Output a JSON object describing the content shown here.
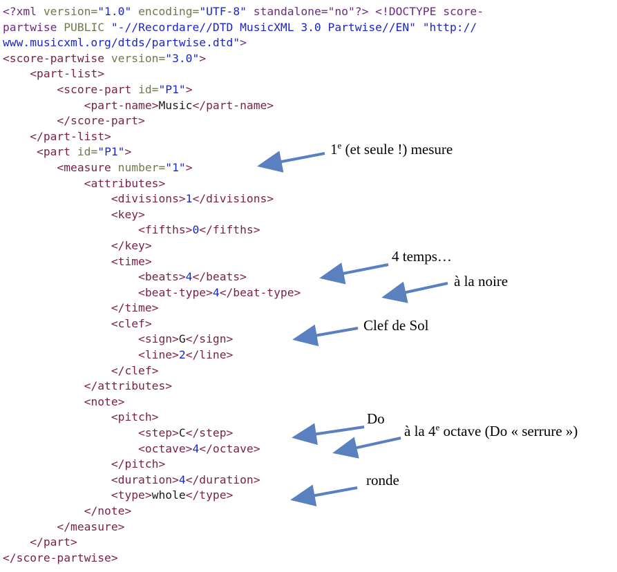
{
  "document": {
    "lines": [
      {
        "indent": 0,
        "segments": [
          {
            "t": "pi",
            "s": "<?xml "
          },
          {
            "t": "attr",
            "s": "version="
          },
          {
            "t": "val",
            "s": "\"1.0\""
          },
          {
            "t": "pi",
            "s": " "
          },
          {
            "t": "attr",
            "s": "encoding="
          },
          {
            "t": "val",
            "s": "\"UTF-8\""
          },
          {
            "t": "pi",
            "s": " standalone=\"no\"?> <!DOCTYPE score-"
          }
        ]
      },
      {
        "indent": 0,
        "segments": [
          {
            "t": "pi",
            "s": "partwise "
          },
          {
            "t": "attr",
            "s": "PUBLIC "
          },
          {
            "t": "val",
            "s": "\"-//Recordare//DTD MusicXML 3.0 Partwise//EN\" \"http://"
          }
        ]
      },
      {
        "indent": 0,
        "segments": [
          {
            "t": "val",
            "s": "www.musicxml.org/dtds/partwise.dtd\""
          },
          {
            "t": "pi",
            "s": ">"
          }
        ]
      },
      {
        "indent": 0,
        "segments": [
          {
            "t": "tag",
            "s": "<score-partwise "
          },
          {
            "t": "attr",
            "s": "version="
          },
          {
            "t": "val",
            "s": "\"3.0\""
          },
          {
            "t": "tag",
            "s": ">"
          }
        ]
      },
      {
        "indent": 4,
        "segments": [
          {
            "t": "tag",
            "s": "<part-list>"
          }
        ]
      },
      {
        "indent": 8,
        "segments": [
          {
            "t": "tag",
            "s": "<score-part "
          },
          {
            "t": "attr",
            "s": "id="
          },
          {
            "t": "val",
            "s": "\"P1\""
          },
          {
            "t": "tag",
            "s": ">"
          }
        ]
      },
      {
        "indent": 12,
        "segments": [
          {
            "t": "tag",
            "s": "<part-name>"
          },
          {
            "t": "txt",
            "s": "Music"
          },
          {
            "t": "tag",
            "s": "</part-name>"
          }
        ]
      },
      {
        "indent": 8,
        "segments": [
          {
            "t": "tag",
            "s": "</score-part>"
          }
        ]
      },
      {
        "indent": 4,
        "segments": [
          {
            "t": "tag",
            "s": "</part-list>"
          }
        ]
      },
      {
        "indent": 5,
        "segments": [
          {
            "t": "tag",
            "s": "<part "
          },
          {
            "t": "attr",
            "s": "id="
          },
          {
            "t": "val",
            "s": "\"P1\""
          },
          {
            "t": "tag",
            "s": ">"
          }
        ]
      },
      {
        "indent": 8,
        "segments": [
          {
            "t": "tag",
            "s": "<measure "
          },
          {
            "t": "attr",
            "s": "number="
          },
          {
            "t": "val",
            "s": "\"1\""
          },
          {
            "t": "tag",
            "s": ">"
          }
        ]
      },
      {
        "indent": 12,
        "segments": [
          {
            "t": "tag",
            "s": "<attributes>"
          }
        ]
      },
      {
        "indent": 16,
        "segments": [
          {
            "t": "tag",
            "s": "<divisions>"
          },
          {
            "t": "val",
            "s": "1"
          },
          {
            "t": "tag",
            "s": "</divisions>"
          }
        ]
      },
      {
        "indent": 16,
        "segments": [
          {
            "t": "tag",
            "s": "<key>"
          }
        ]
      },
      {
        "indent": 20,
        "segments": [
          {
            "t": "tag",
            "s": "<fifths>"
          },
          {
            "t": "val",
            "s": "0"
          },
          {
            "t": "tag",
            "s": "</fifths>"
          }
        ]
      },
      {
        "indent": 16,
        "segments": [
          {
            "t": "tag",
            "s": "</key>"
          }
        ]
      },
      {
        "indent": 16,
        "segments": [
          {
            "t": "tag",
            "s": "<time>"
          }
        ]
      },
      {
        "indent": 20,
        "segments": [
          {
            "t": "tag",
            "s": "<beats>"
          },
          {
            "t": "val",
            "s": "4"
          },
          {
            "t": "tag",
            "s": "</beats>"
          }
        ]
      },
      {
        "indent": 20,
        "segments": [
          {
            "t": "tag",
            "s": "<beat-type>"
          },
          {
            "t": "val",
            "s": "4"
          },
          {
            "t": "tag",
            "s": "</beat-type>"
          }
        ]
      },
      {
        "indent": 16,
        "segments": [
          {
            "t": "tag",
            "s": "</time>"
          }
        ]
      },
      {
        "indent": 16,
        "segments": [
          {
            "t": "tag",
            "s": "<clef>"
          }
        ]
      },
      {
        "indent": 20,
        "segments": [
          {
            "t": "tag",
            "s": "<sign>"
          },
          {
            "t": "txt",
            "s": "G"
          },
          {
            "t": "tag",
            "s": "</sign>"
          }
        ]
      },
      {
        "indent": 20,
        "segments": [
          {
            "t": "tag",
            "s": "<line>"
          },
          {
            "t": "val",
            "s": "2"
          },
          {
            "t": "tag",
            "s": "</line>"
          }
        ]
      },
      {
        "indent": 16,
        "segments": [
          {
            "t": "tag",
            "s": "</clef>"
          }
        ]
      },
      {
        "indent": 12,
        "segments": [
          {
            "t": "tag",
            "s": "</attributes>"
          }
        ]
      },
      {
        "indent": 12,
        "segments": [
          {
            "t": "tag",
            "s": "<note>"
          }
        ]
      },
      {
        "indent": 16,
        "segments": [
          {
            "t": "tag",
            "s": "<pitch>"
          }
        ]
      },
      {
        "indent": 20,
        "segments": [
          {
            "t": "tag",
            "s": "<step>"
          },
          {
            "t": "txt",
            "s": "C"
          },
          {
            "t": "tag",
            "s": "</step>"
          }
        ]
      },
      {
        "indent": 20,
        "segments": [
          {
            "t": "tag",
            "s": "<octave>"
          },
          {
            "t": "val",
            "s": "4"
          },
          {
            "t": "tag",
            "s": "</octave>"
          }
        ]
      },
      {
        "indent": 16,
        "segments": [
          {
            "t": "tag",
            "s": "</pitch>"
          }
        ]
      },
      {
        "indent": 16,
        "segments": [
          {
            "t": "tag",
            "s": "<duration>"
          },
          {
            "t": "val",
            "s": "4"
          },
          {
            "t": "tag",
            "s": "</duration>"
          }
        ]
      },
      {
        "indent": 16,
        "segments": [
          {
            "t": "tag",
            "s": "<type>"
          },
          {
            "t": "txt",
            "s": "whole"
          },
          {
            "t": "tag",
            "s": "</type>"
          }
        ]
      },
      {
        "indent": 12,
        "segments": [
          {
            "t": "tag",
            "s": "</note>"
          }
        ]
      },
      {
        "indent": 8,
        "segments": [
          {
            "t": "tag",
            "s": "</measure>"
          }
        ]
      },
      {
        "indent": 4,
        "segments": [
          {
            "t": "tag",
            "s": "</part>"
          }
        ]
      },
      {
        "indent": 0,
        "segments": [
          {
            "t": "tag",
            "s": "</score-partwise>"
          }
        ]
      }
    ]
  },
  "annotations": {
    "first_measure": {
      "pre": "1",
      "sup": "e",
      "post": " (et seule !) mesure"
    },
    "beats": "4 temps…",
    "beat_type": "à la noire",
    "clef": "Clef de Sol",
    "step": "Do",
    "octave": {
      "pre": "à la 4",
      "sup": "e",
      "post": " octave (Do « serrure »)"
    },
    "type": "ronde"
  },
  "colors": {
    "tag": "#7a1f46",
    "attribute": "#6e7a4e",
    "value": "#1a26c8",
    "arrow": "#5a80c0"
  }
}
